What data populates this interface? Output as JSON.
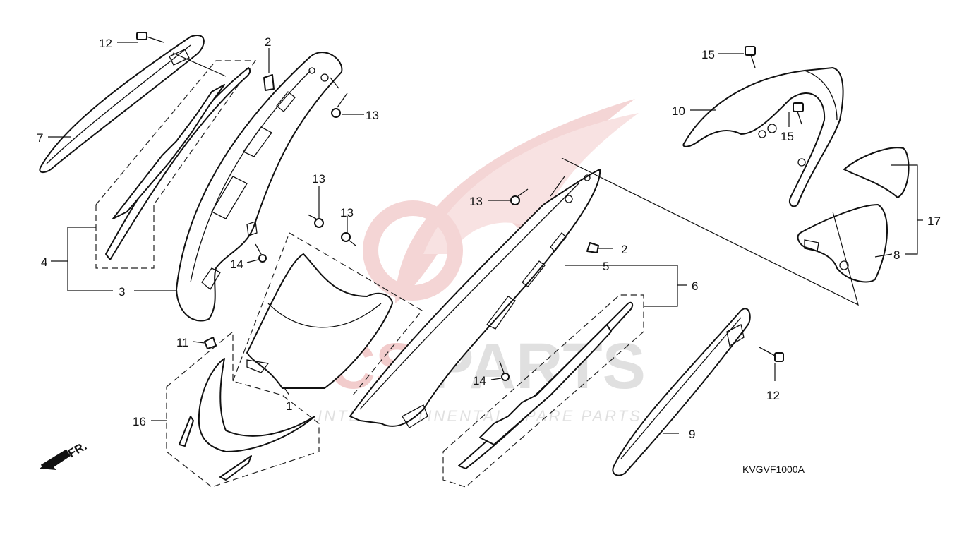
{
  "watermark": {
    "brand_left": "ICS",
    "brand_right": "PARTS",
    "tagline": "INTERCONTINENTAL SPARE PARTS"
  },
  "diagram_code": "KVGVF1000A",
  "direction_label": "FR.",
  "callouts": {
    "c1": "1",
    "c2a": "2",
    "c2b": "2",
    "c3": "3",
    "c4": "4",
    "c5": "5",
    "c6": "6",
    "c7": "7",
    "c8": "8",
    "c9": "9",
    "c10": "10",
    "c11": "11",
    "c12a": "12",
    "c12b": "12",
    "c13a": "13",
    "c13b": "13",
    "c13c": "13",
    "c13d": "13",
    "c14a": "14",
    "c14b": "14",
    "c15a": "15",
    "c15b": "15",
    "c16": "16",
    "c17": "17"
  },
  "colors": {
    "watermark_red": "#e8a3a3",
    "watermark_gray": "#c8c8c8"
  }
}
